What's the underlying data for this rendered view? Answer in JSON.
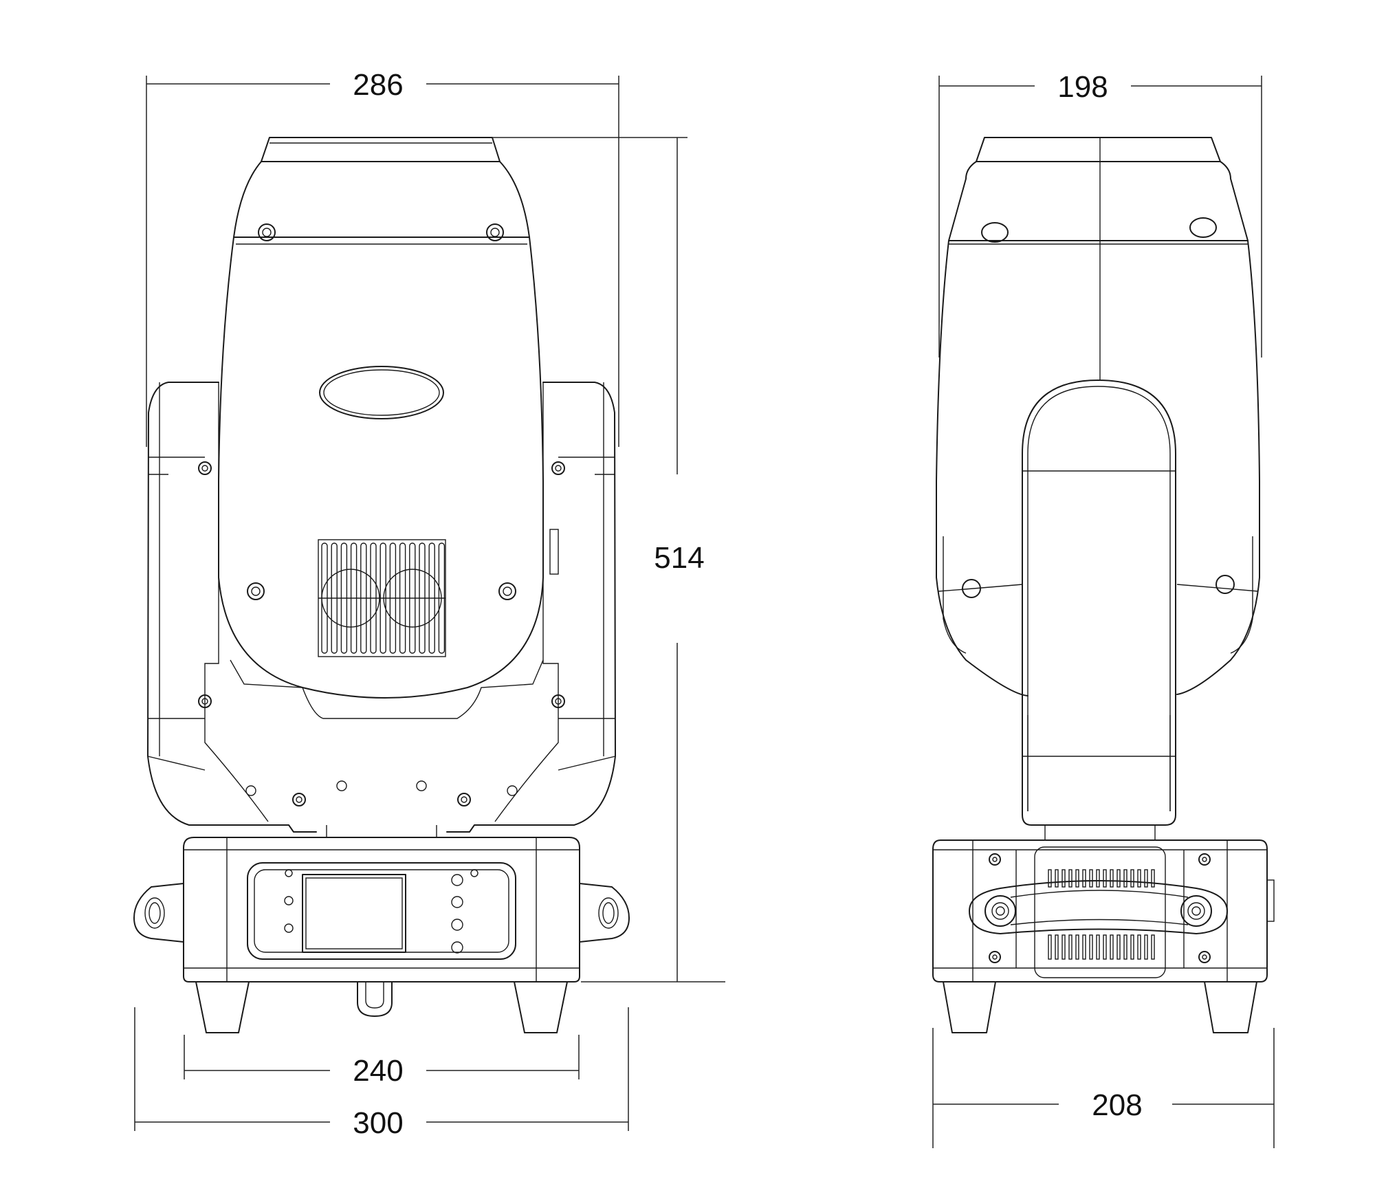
{
  "dimensions": {
    "front_width_top": "286",
    "overall_height": "514",
    "base_width": "240",
    "overall_width": "300",
    "side_width_top": "198",
    "side_base_width": "208"
  },
  "colors": {
    "line": "#1a1a1a",
    "background": "#ffffff"
  }
}
